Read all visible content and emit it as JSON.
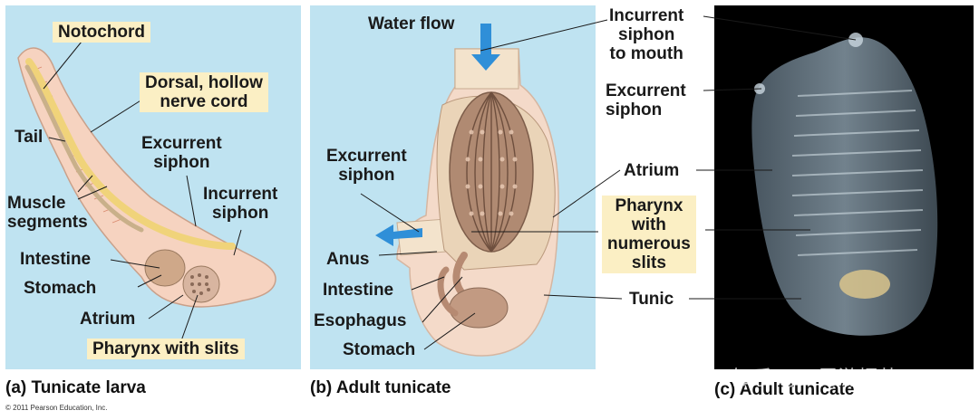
{
  "panel_a": {
    "labels": {
      "notochord": "Notochord",
      "nerve_cord": "Dorsal, hollow\nnerve cord",
      "tail": "Tail",
      "excurrent": "Excurrent\nsiphon",
      "incurrent": "Incurrent\nsiphon",
      "muscle": "Muscle\nsegments",
      "intestine": "Intestine",
      "stomach": "Stomach",
      "atrium": "Atrium",
      "pharynx": "Pharynx with slits"
    },
    "caption": "(a) Tunicate larva",
    "copyright": "© 2011 Pearson Education, Inc."
  },
  "panel_b": {
    "labels": {
      "water_flow": "Water flow",
      "excurrent": "Excurrent\nsiphon",
      "anus": "Anus",
      "intestine": "Intestine",
      "esophagus": "Esophagus",
      "stomach": "Stomach"
    },
    "caption": "(b) Adult tunicate"
  },
  "shared_labels": {
    "incurrent_mouth": "Incurrent\nsiphon\nto mouth",
    "excurrent": "Excurrent\nsiphon",
    "atrium": "Atrium",
    "pharynx": "Pharynx\nwith\nnumerous\nslits",
    "tunic": "Tunic"
  },
  "panel_c": {
    "caption": "(c) Adult tunicate"
  },
  "watermark": "知乎 @云霄游烟茶"
}
